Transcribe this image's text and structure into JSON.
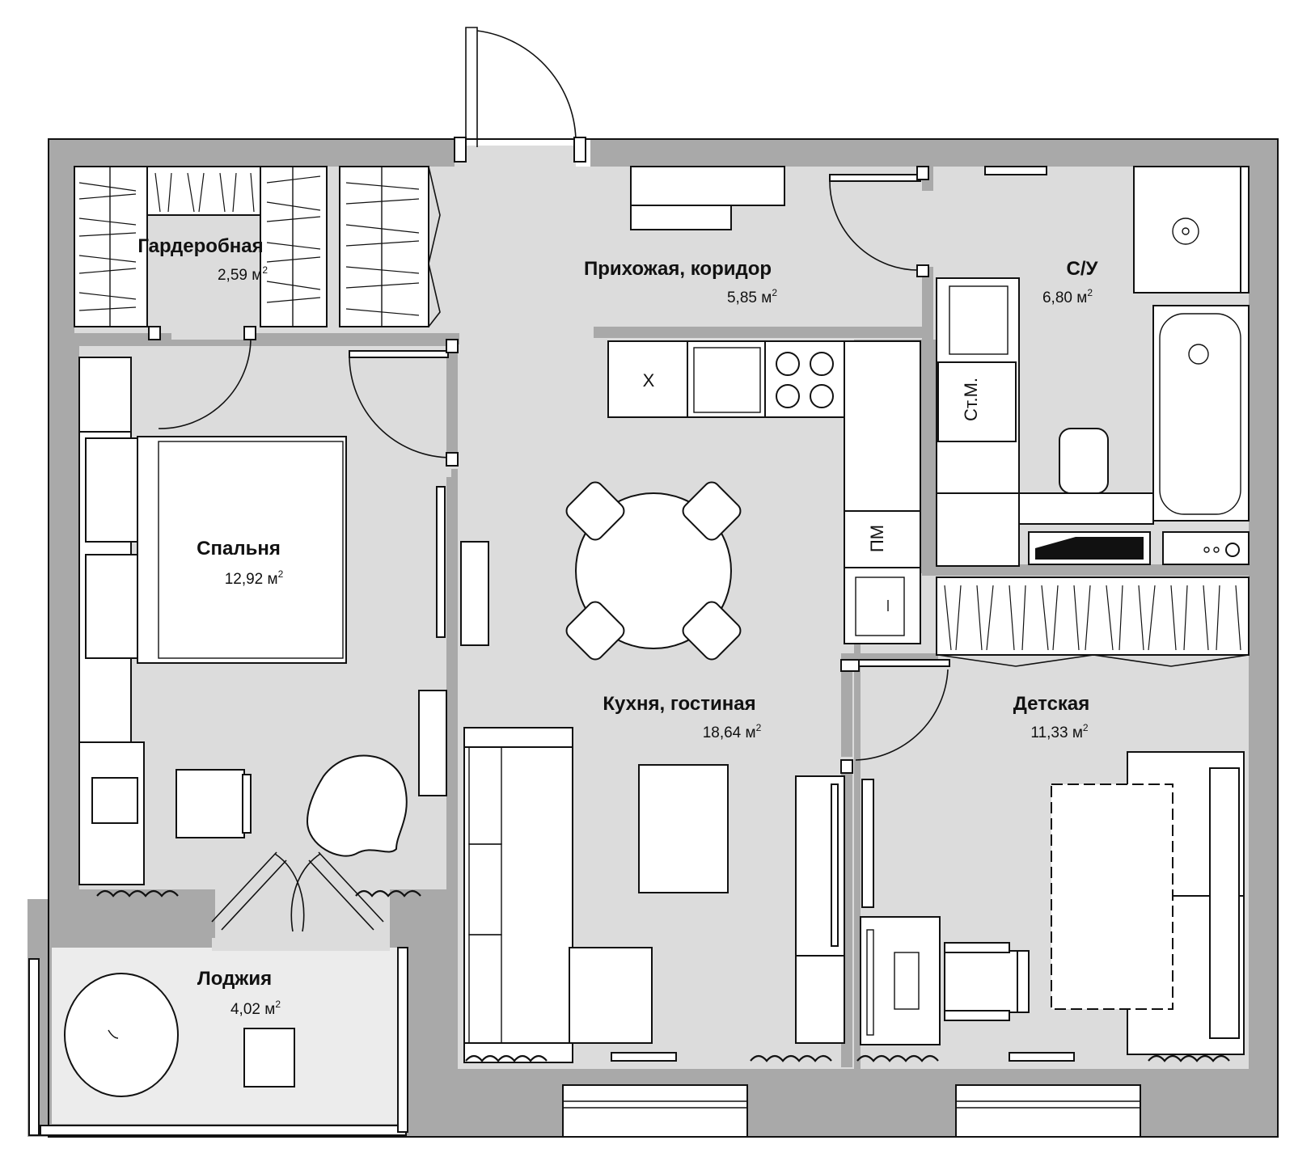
{
  "rooms": {
    "wardrobe": {
      "name": "Гардеробная",
      "area": "2,59 м",
      "unit_power": "2"
    },
    "hallway": {
      "name": "Прихожая, коридор",
      "area": "5,85 м",
      "unit_power": "2"
    },
    "bathroom": {
      "name": "С/У",
      "area": "6,80 м",
      "unit_power": "2"
    },
    "bedroom": {
      "name": "Спальня",
      "area": "12,92 м",
      "unit_power": "2"
    },
    "kitchen_living": {
      "name": "Кухня, гостиная",
      "area": "18,64 м",
      "unit_power": "2"
    },
    "kids_room": {
      "name": "Детская",
      "area": "11,33 м",
      "unit_power": "2"
    },
    "loggia": {
      "name": "Лоджия",
      "area": "4,02 м",
      "unit_power": "2"
    }
  },
  "marks": {
    "sink_cabinet": "X",
    "washing_machine": "Ст.М.",
    "dishwasher": "ПМ"
  },
  "colors": {
    "walls": "#a9a9a9",
    "floor": "#dcdcdc",
    "loggia_floor": "#ececec",
    "furniture": "#ffffff",
    "lines": "#111111"
  }
}
